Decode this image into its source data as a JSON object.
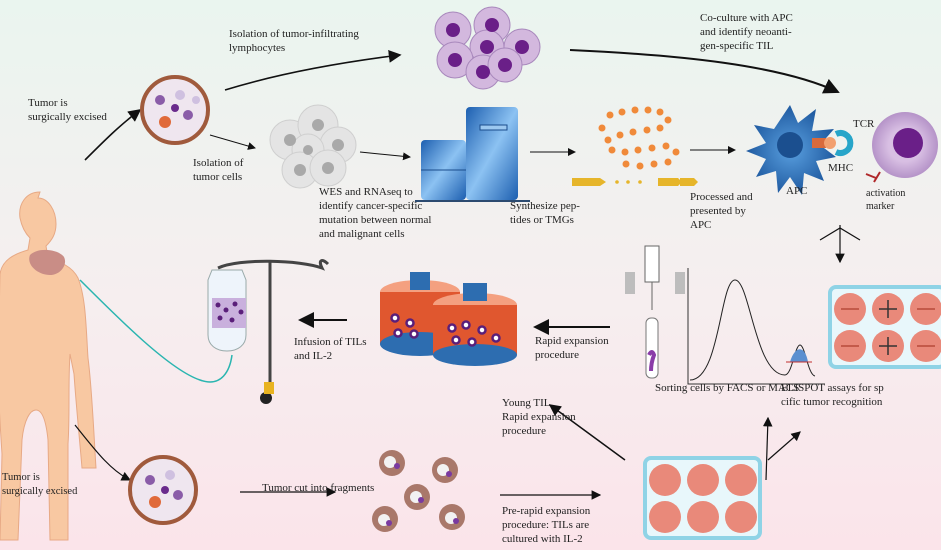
{
  "labels": {
    "isolation_til": [
      "Isolation of tumor-infiltrating",
      "lymphocytes"
    ],
    "tumor_excised_top": [
      "Tumor is",
      "surgically excised"
    ],
    "isolation_tumor_cells": [
      "Isolation of",
      "tumor cells"
    ],
    "wes": [
      "WES and RNAseq to",
      "identify cancer-specific",
      "mutation between normal",
      "and malignant cells"
    ],
    "synthesize": [
      "Synthesize pep-",
      "tides or TMGs"
    ],
    "coculture": [
      "Co-culture with  APC",
      "and identify neoanti-",
      "gen-specific TIL"
    ],
    "tcr": "TCR",
    "mhc": "MHC",
    "apc": "APC",
    "activation_marker": [
      "activation",
      "marker"
    ],
    "processed": [
      "Processed and",
      "presented by",
      "APC"
    ],
    "infusion": [
      "Infusion of TILs",
      "and IL-2"
    ],
    "rapid_expansion": [
      "Rapid expansion",
      "procedure"
    ],
    "sorting": "Sorting cells by FACS or MACS",
    "elispot": [
      "ELISPOT assays for sp",
      "cific tumor recognition"
    ],
    "young_til": [
      "Young TIL",
      "Rapid expansion",
      "procedure"
    ],
    "tumor_excised_bottom": [
      "Tumor is",
      "surgically excised"
    ],
    "tumor_cut": "Tumor cut into fragments",
    "pre_rapid": [
      "Pre-rapid expansion",
      "procedure: TILs are",
      "cultured with IL-2"
    ]
  },
  "elispot_wells": [
    "-",
    "+",
    "-",
    "-",
    "+",
    "-"
  ],
  "colors": {
    "body": "#f8c8a2",
    "apc": "#2f6fb3",
    "til": "#c9a6d6",
    "til_nucleus": "#6a2b8c",
    "well": "#e9897a",
    "plate": "#8fd3e6",
    "flask": "#e0572f",
    "sequencer": "#2f78c8",
    "peptide": "#f08a3a"
  }
}
